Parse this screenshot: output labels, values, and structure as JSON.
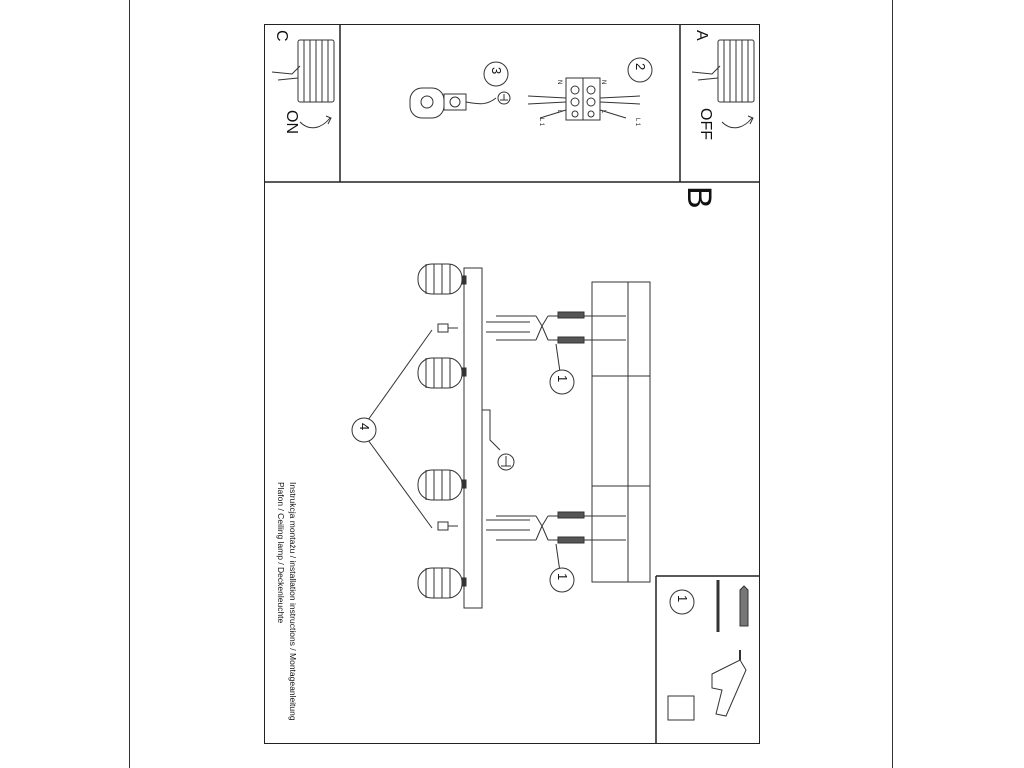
{
  "panels": {
    "a": {
      "letter": "A",
      "state": "OFF"
    },
    "c": {
      "letter": "C",
      "state": "ON"
    },
    "b": {
      "letter": "B"
    }
  },
  "steps": {
    "s1a": "1",
    "s1b": "1",
    "s1c": "1",
    "s2": "2",
    "s3": "3",
    "s4": "4"
  },
  "caption": {
    "line1": "Instrukcja montażu / installation instructions / Montageanleitung",
    "line2": "Plafon / Ceiling lamp / Deckenleuchte"
  },
  "wiring": {
    "n1": "N",
    "n2": "N",
    "l1": "L",
    "l2": "L",
    "l3": "L 1",
    "l4": "L 1"
  }
}
